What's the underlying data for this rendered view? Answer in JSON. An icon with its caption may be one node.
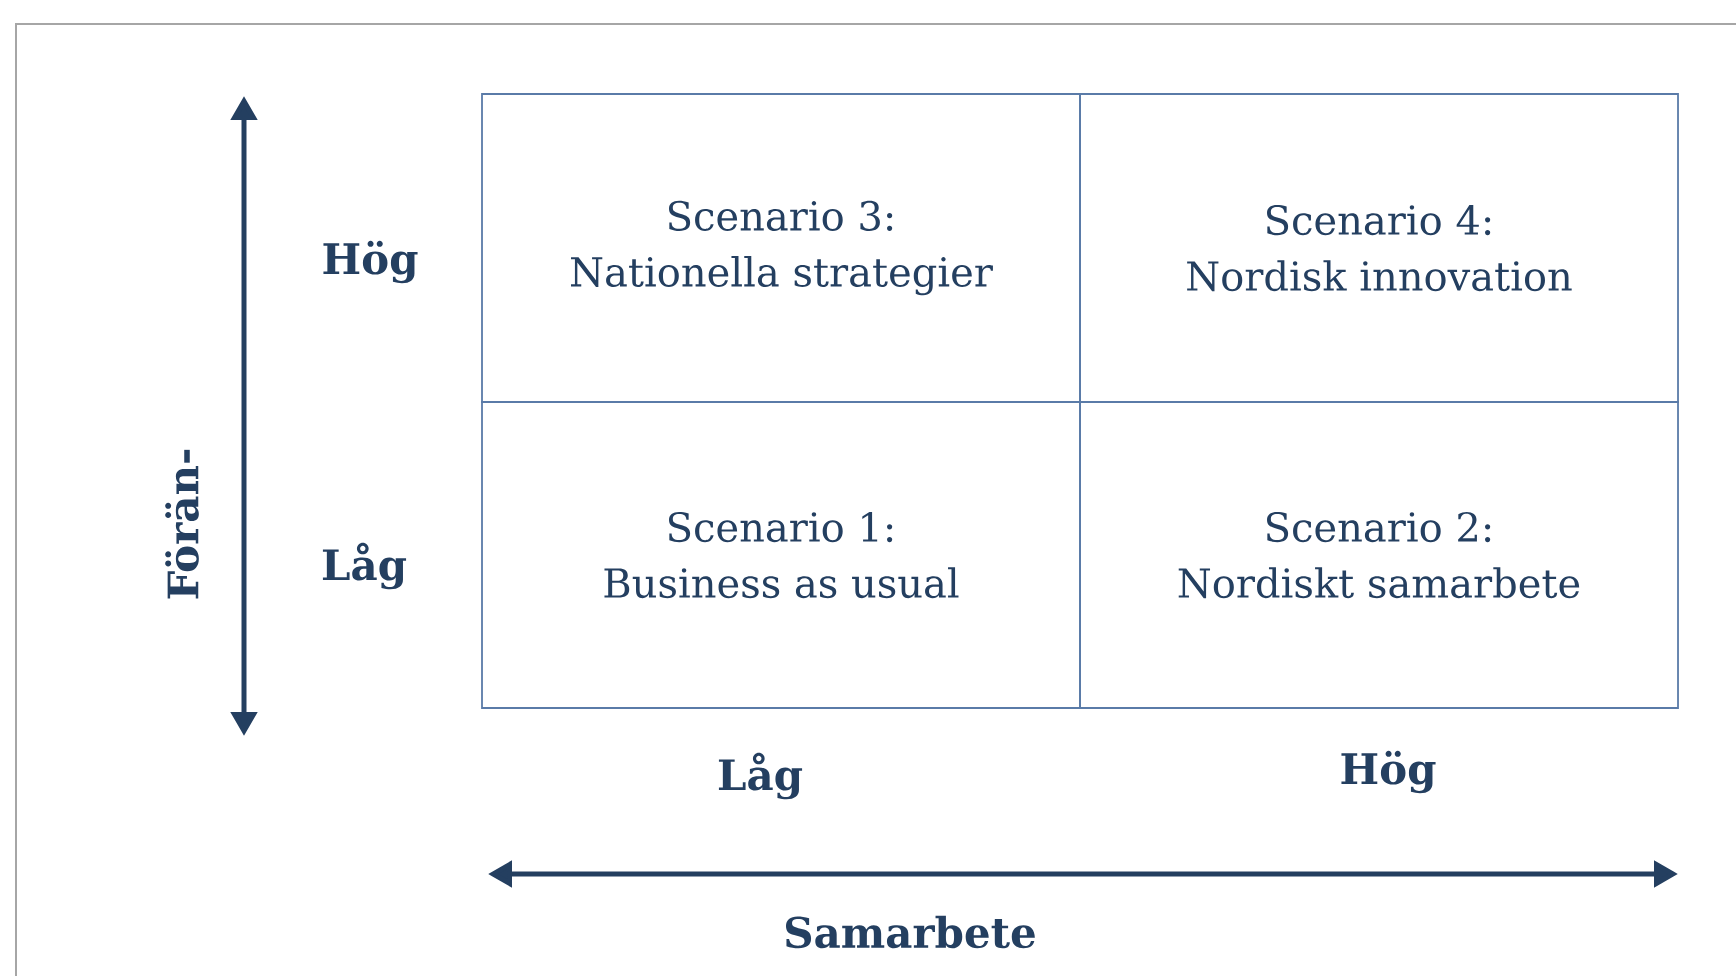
{
  "diagram": {
    "nodes": [
      {
        "text": [
          "Scenario 3:",
          "Nationella strategier"
        ]
      },
      {
        "text": [
          "Scenario 4:",
          "Nordisk innovation"
        ]
      },
      {
        "text": [
          "Scenario 1:",
          "Business as usual"
        ]
      },
      {
        "text": [
          "Scenario 2:",
          "Nordiskt samarbete"
        ]
      }
    ],
    "edges": [],
    "labels": [
      "Hög",
      "Förän-",
      "Låg",
      "Låg",
      "Hög",
      "Samarbete"
    ]
  }
}
